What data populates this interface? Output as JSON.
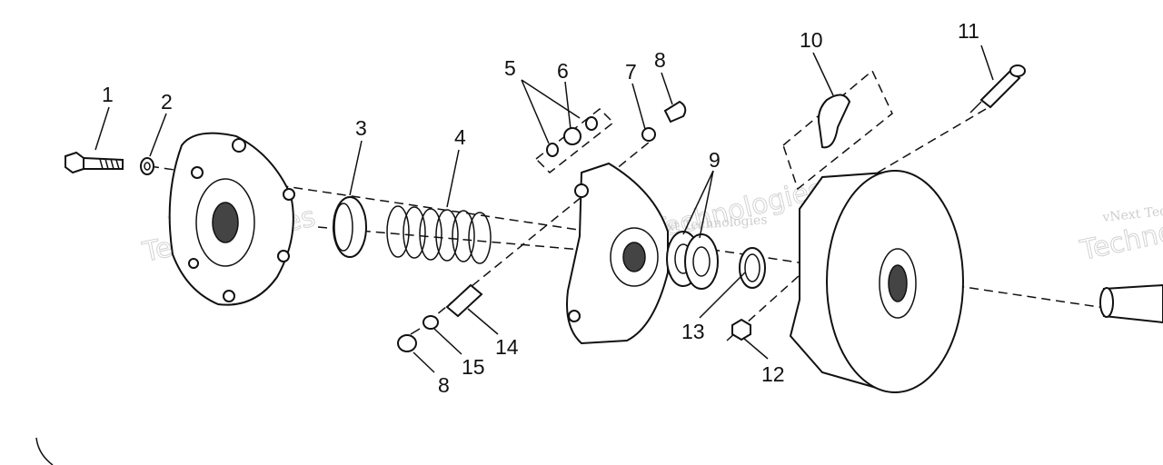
{
  "callouts": [
    "1",
    "2",
    "3",
    "4",
    "5",
    "6",
    "7",
    "8",
    "9",
    "10",
    "11",
    "12",
    "13",
    "14",
    "15",
    "8"
  ],
  "watermark": {
    "line1": "vNext Technologies",
    "line2": "Technologies"
  }
}
